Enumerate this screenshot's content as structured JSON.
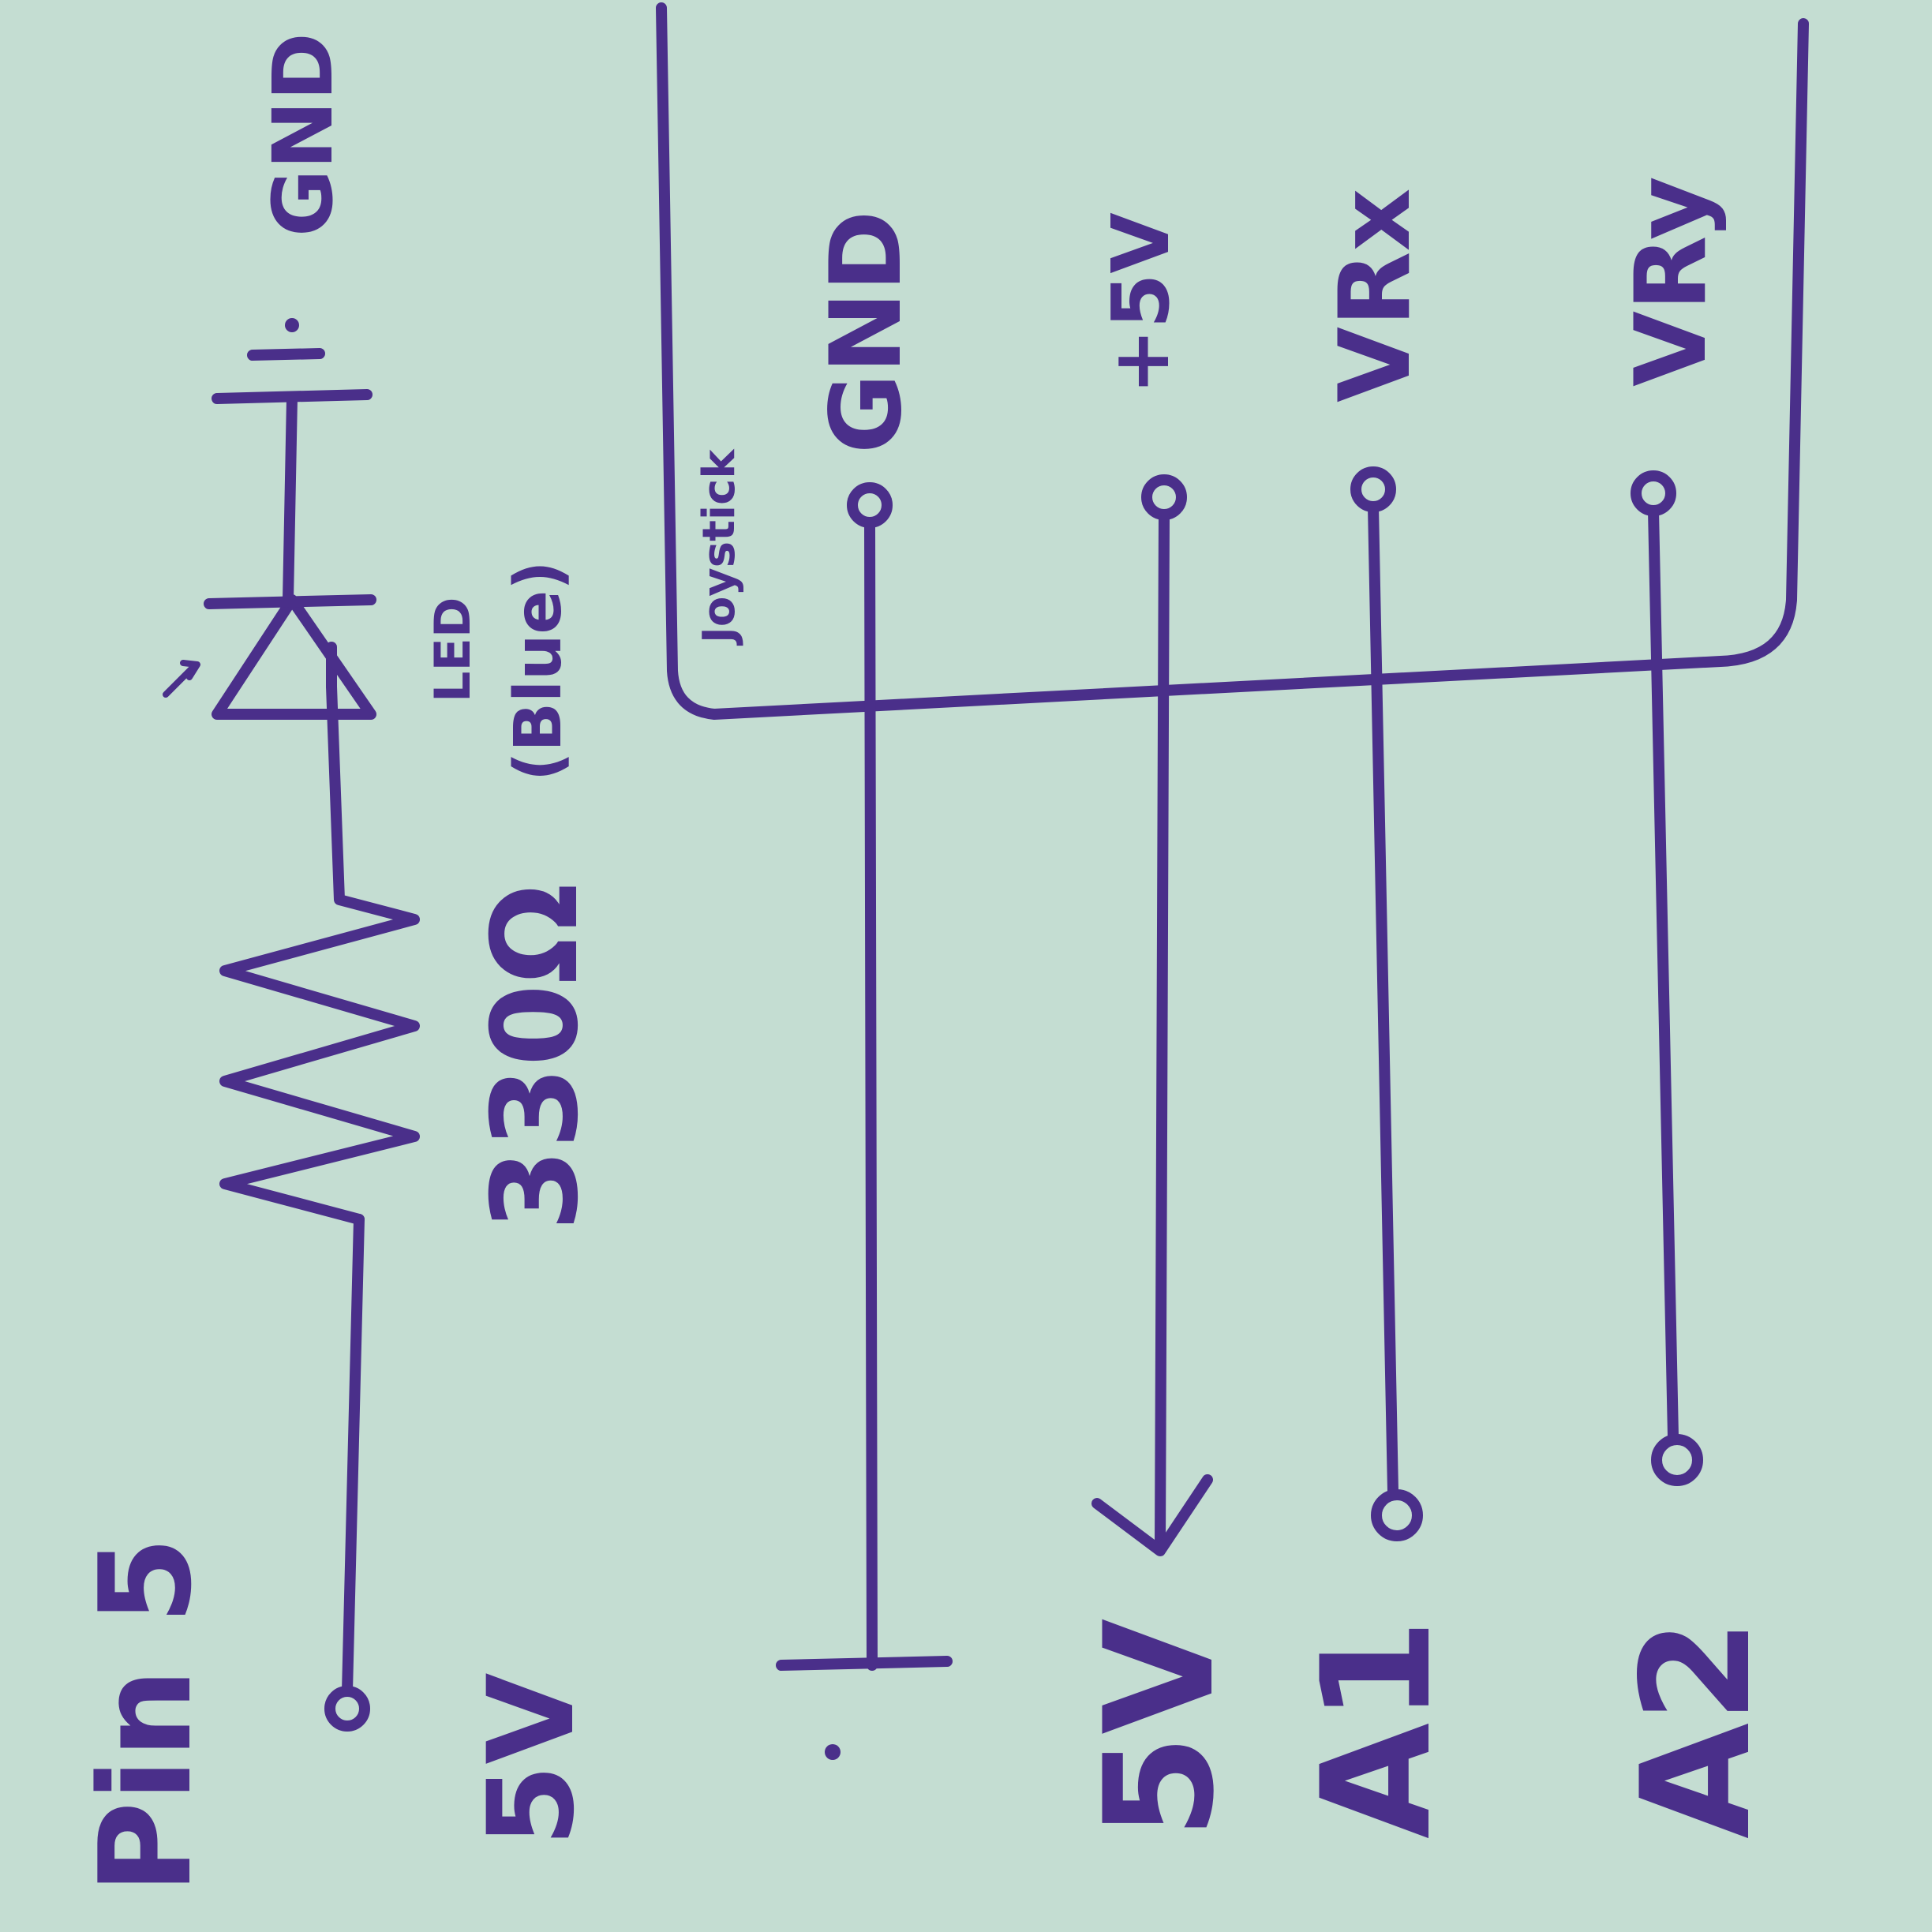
{
  "left_circuit": {
    "pin_label": "Pin 5",
    "supply_label": "5V",
    "resistor_value": "330Ω",
    "led_label": "LED",
    "led_color": "(Blue)",
    "ground_label": "GND"
  },
  "joystick": {
    "title": "Joystick",
    "pins": [
      "GND",
      "+5V",
      "VRx",
      "VRy"
    ]
  },
  "arduino": {
    "pins": [
      "5V",
      "A1",
      "A2"
    ]
  },
  "colors": {
    "ink": "#4a2f8a",
    "paper": "#c4ddd2"
  }
}
